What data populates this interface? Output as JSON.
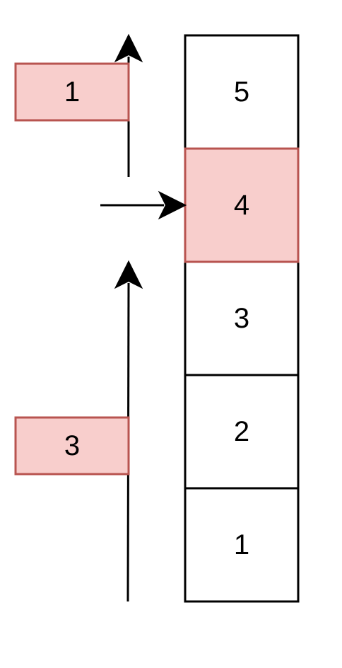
{
  "stack": {
    "cells": [
      {
        "label": "5",
        "highlighted": false
      },
      {
        "label": "4",
        "highlighted": true
      },
      {
        "label": "3",
        "highlighted": false
      },
      {
        "label": "2",
        "highlighted": false
      },
      {
        "label": "1",
        "highlighted": false
      }
    ]
  },
  "side_boxes": {
    "top": {
      "label": "1"
    },
    "bottom": {
      "label": "3"
    }
  },
  "colors": {
    "highlight_fill": "#f8cecc",
    "highlight_stroke": "#b85450",
    "plain_fill": "#ffffff",
    "stroke": "#000000"
  }
}
